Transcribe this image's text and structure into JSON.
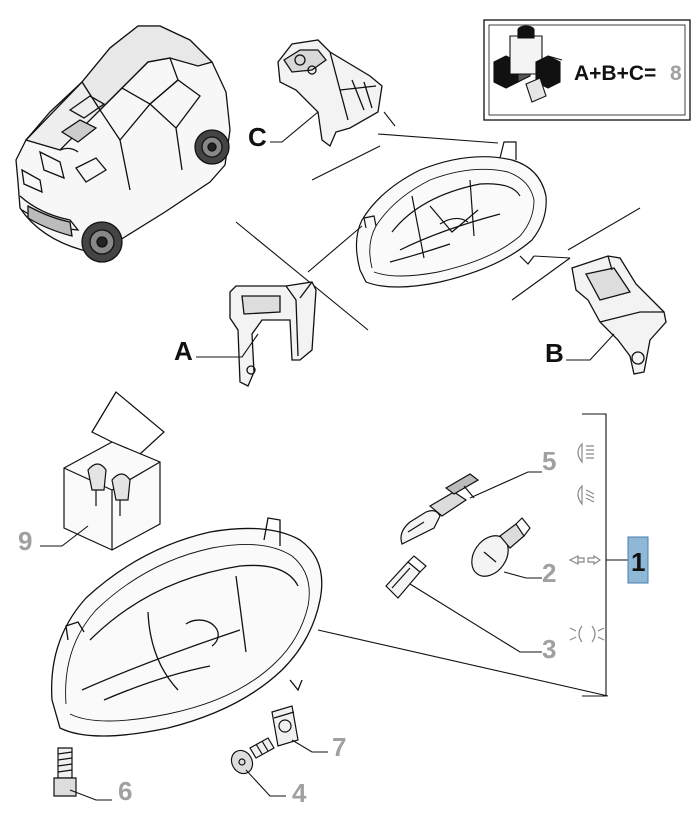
{
  "labels": {
    "a": "A",
    "b": "B",
    "c": "C",
    "p1": "1",
    "p2": "2",
    "p3": "3",
    "p4": "4",
    "p5": "5",
    "p6": "6",
    "p7": "7",
    "p9": "9"
  },
  "kit_formula": {
    "equation": "A+B+C=",
    "quantity": "8"
  },
  "colors": {
    "line": "#111111",
    "grey_label": "#a0a0a0",
    "highlight_fill": "#8fb8d6",
    "highlight_stroke": "#4a7fa8"
  }
}
